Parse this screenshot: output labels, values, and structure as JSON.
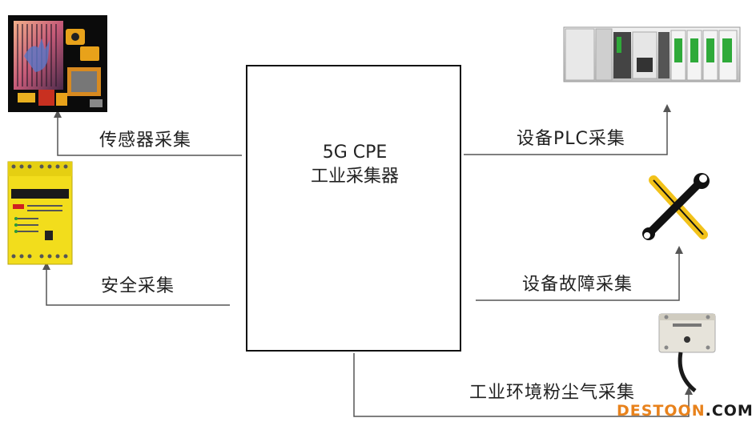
{
  "center": {
    "title_line1": "5G CPE",
    "title_line2": "工业采集器"
  },
  "labels": {
    "sensor": "传感器采集",
    "safety": "安全采集",
    "plc": "设备PLC采集",
    "fault": "设备故障采集",
    "dust": "工业环境粉尘气采集"
  },
  "watermark": {
    "part1": "DESTOON",
    "part2": ".COM"
  },
  "colors": {
    "line": "#555555",
    "safety_yellow": "#f2dd1c",
    "plc_gray": "#d9d9d9",
    "router_black": "#1c1c1c",
    "watermark_orange": "#e8821c"
  }
}
